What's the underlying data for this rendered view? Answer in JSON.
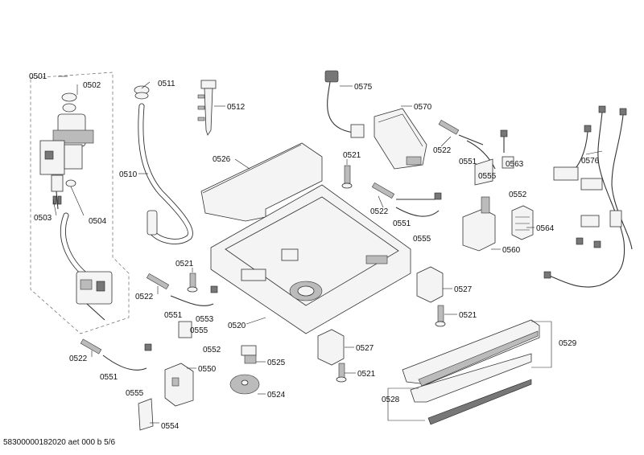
{
  "labels": [
    {
      "id": "l0501",
      "text": "0501"
    },
    {
      "id": "l0502",
      "text": "0502"
    },
    {
      "id": "l0503",
      "text": "0503"
    },
    {
      "id": "l0504",
      "text": "0504"
    },
    {
      "id": "l0510",
      "text": "0510"
    },
    {
      "id": "l0511",
      "text": "0511"
    },
    {
      "id": "l0512",
      "text": "0512"
    },
    {
      "id": "l0520",
      "text": "0520"
    },
    {
      "id": "l0521a",
      "text": "0521"
    },
    {
      "id": "l0521b",
      "text": "0521"
    },
    {
      "id": "l0521c",
      "text": "0521"
    },
    {
      "id": "l0521d",
      "text": "0521"
    },
    {
      "id": "l0522a",
      "text": "0522"
    },
    {
      "id": "l0522b",
      "text": "0522"
    },
    {
      "id": "l0522c",
      "text": "0522"
    },
    {
      "id": "l0522d",
      "text": "0522"
    },
    {
      "id": "l0524",
      "text": "0524"
    },
    {
      "id": "l0525",
      "text": "0525"
    },
    {
      "id": "l0526",
      "text": "0526"
    },
    {
      "id": "l0527a",
      "text": "0527"
    },
    {
      "id": "l0527b",
      "text": "0527"
    },
    {
      "id": "l0528",
      "text": "0528"
    },
    {
      "id": "l0529",
      "text": "0529"
    },
    {
      "id": "l0550",
      "text": "0550"
    },
    {
      "id": "l0551a",
      "text": "0551"
    },
    {
      "id": "l0551b",
      "text": "0551"
    },
    {
      "id": "l0551c",
      "text": "0551"
    },
    {
      "id": "l0551d",
      "text": "0551"
    },
    {
      "id": "l0552a",
      "text": "0552"
    },
    {
      "id": "l0552b",
      "text": "0552"
    },
    {
      "id": "l0553",
      "text": "0553"
    },
    {
      "id": "l0554",
      "text": "0554"
    },
    {
      "id": "l0555a",
      "text": "0555"
    },
    {
      "id": "l0555b",
      "text": "0555"
    },
    {
      "id": "l0555c",
      "text": "0555"
    },
    {
      "id": "l0555d",
      "text": "0555"
    },
    {
      "id": "l0560",
      "text": "0560"
    },
    {
      "id": "l0563",
      "text": "0563"
    },
    {
      "id": "l0564",
      "text": "0564"
    },
    {
      "id": "l0570",
      "text": "0570"
    },
    {
      "id": "l0575",
      "text": "0575"
    },
    {
      "id": "l0576",
      "text": "0576"
    }
  ],
  "footer": "58300000182020 aet 000 b 5/6"
}
